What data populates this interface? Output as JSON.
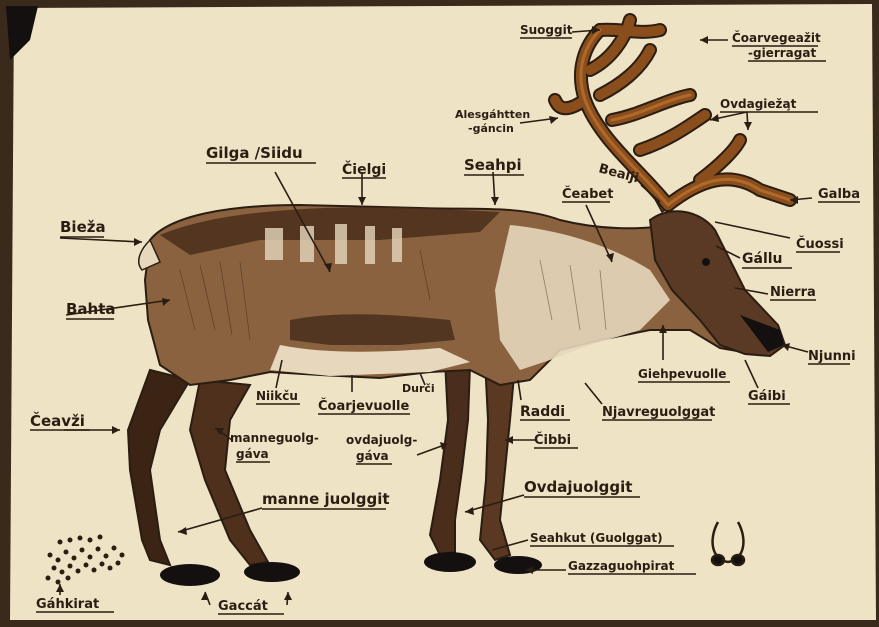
{
  "labels": {
    "suoggit": "Suoggit",
    "coarvegeazit": "Čoarvegeažit",
    "gierragat": "-gierragat",
    "alesgahtten": "Alesgáhtten",
    "gancin": "-gáncin",
    "ovdagiezat": "Ovdagieža̧t",
    "bealji": "Bealji",
    "galba": "Galba",
    "gilga": "Gilga /Siidu",
    "cielgi": "Čielgi",
    "seahpi": "Seahpi",
    "cebet": "Čeabet",
    "cuossi": "Čuossi",
    "biza": "Bieža",
    "gallu": "Gállu",
    "nierra": "Nierra",
    "bahta": "Bahta",
    "njunni": "Njunni",
    "giehpevuolle": "Giehpevuolle",
    "gaibi": "Gáibi",
    "niikcu": "Niikču",
    "coarjevuolle": "Čoarjevuolle",
    "durci": "Durči",
    "raddi": "Raddi",
    "njavreguolggat": "Njavreguolggat",
    "ceavzi": "Čeavži",
    "manneguolga1": "manneguolg-",
    "manneguolga2": "gáva",
    "ovdaguolga1": "ovdajuolg-",
    "ovdaguolga2": "gáva",
    "cibbi": "Čibbi",
    "manne_juolggit": "manne juolggit",
    "ovdajuolggit": "Ovdajuolggit",
    "seahkut": "Seahkut (Guolggat)",
    "gazzaguohpirat": "Gazzaguohpirat",
    "gahkirat": "Gáhkirat",
    "gaccat": "Gaccát"
  },
  "colors": {
    "paper": "#efe3c6",
    "ink": "#2a1d12",
    "antler": "#8a4e1c",
    "antler_light": "#b9722f",
    "fur_dark": "#4a2e1b",
    "fur_mid": "#8b6240",
    "fur_light": "#e6d7bd",
    "background": "#3a2a1c"
  }
}
